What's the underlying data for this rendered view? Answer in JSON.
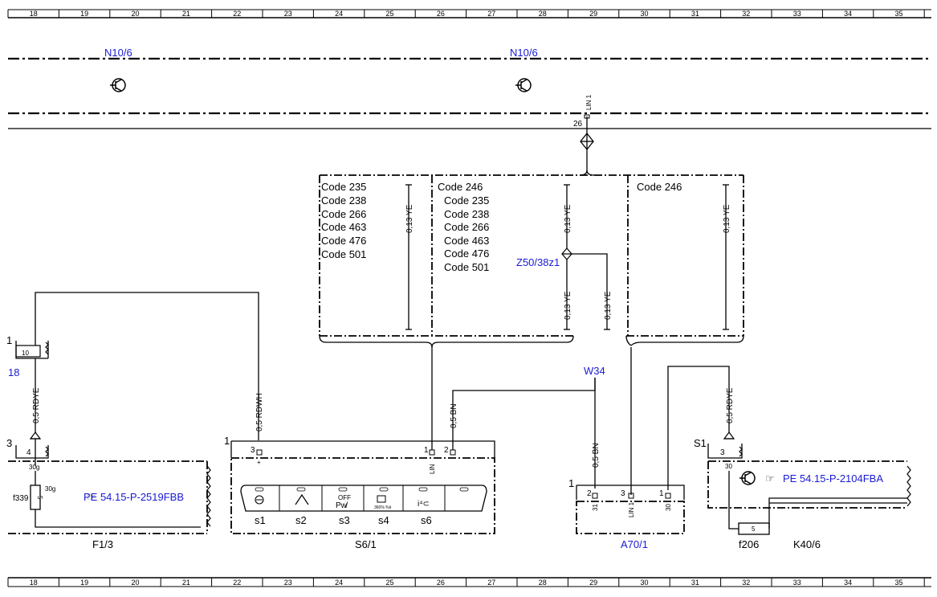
{
  "grid": {
    "columns": [
      "18",
      "19",
      "20",
      "21",
      "22",
      "23",
      "24",
      "25",
      "26",
      "27",
      "28",
      "29",
      "30",
      "31",
      "32",
      "33",
      "34",
      "35"
    ]
  },
  "modules": {
    "n10_left": "N10/6",
    "n10_right": "N10/6",
    "lin_label": "LIN 1",
    "lin_pin": "26",
    "f13": "F1/3",
    "s61": "S6/1",
    "a701": "A70/1",
    "k406": "K40/6",
    "f206": "f206",
    "f339": "f339"
  },
  "codes": {
    "box1": [
      "Code 235",
      "Code 238",
      "Code 266",
      "Code 463",
      "Code 476",
      "Code 501"
    ],
    "box2_head": "Code 246",
    "box2": [
      "Code 235",
      "Code 238",
      "Code 266",
      "Code 463",
      "Code 476",
      "Code 501"
    ],
    "box3_head": "Code 246"
  },
  "wires": {
    "ye": "0,13 YE",
    "rdye": "0,5 RDYE",
    "rdwh": "0,5 RDWH",
    "bn": "0,5 BN",
    "z50": "Z50/38z1",
    "w34": "W34"
  },
  "refs": {
    "left": "PE 54.15-P-2519FBB",
    "right": "PE 54.15-P-2104FBA"
  },
  "pins": {
    "f13_1": "1",
    "f13_10": "10",
    "f13_18": "18",
    "f13_3": "3",
    "f13_4": "4",
    "f13_30g_a": "30g",
    "f13_30g_b": "30g",
    "f13_5": "5",
    "s61_1": "1",
    "s61_3": "3",
    "s61_p1": "1",
    "s61_p2": "2",
    "s61_lin": "LIN",
    "s61_plus": "+",
    "a70_1": "1",
    "a70_2": "2",
    "a70_3": "3",
    "a70_p1": "1",
    "a70_31": "31",
    "a70_lin": "LIN 1",
    "a70_30": "30",
    "k40_s1": "S1",
    "k40_3": "3",
    "k40_30": "30",
    "k40_5": "5"
  },
  "switches": {
    "labels": [
      "s1",
      "s2",
      "s3",
      "s4",
      "s6"
    ],
    "s3_icon": "OFF",
    "s4_icon": "360% %Ⅱ"
  }
}
